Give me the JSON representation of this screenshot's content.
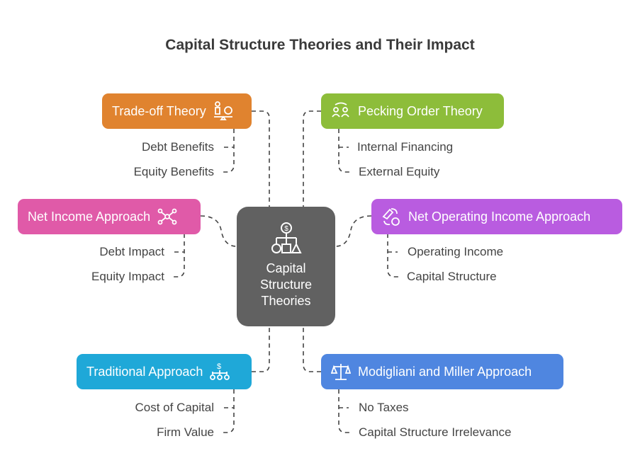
{
  "title": "Capital Structure Theories and Their Impact",
  "center": {
    "line1": "Capital",
    "line2": "Structure",
    "line3": "Theories",
    "icon": "org-chart-dollar-icon"
  },
  "nodes": [
    {
      "label": "Trade-off Theory",
      "color": "#e0832f",
      "icon": "person-balance-dollar-icon",
      "items": [
        "Debt Benefits",
        "Equity Benefits"
      ]
    },
    {
      "label": "Pecking Order Theory",
      "color": "#8dbd3a",
      "icon": "people-exchange-icon",
      "items": [
        "Internal Financing",
        "External Equity"
      ]
    },
    {
      "label": "Net Income Approach",
      "color": "#e05aa8",
      "icon": "network-nodes-icon",
      "items": [
        "Debt Impact",
        "Equity Impact"
      ]
    },
    {
      "label": "Net Operating Income Approach",
      "color": "#b95ce0",
      "icon": "handshake-dollar-cycle-icon",
      "items": [
        "Operating Income",
        "Capital Structure"
      ]
    },
    {
      "label": "Traditional Approach",
      "color": "#1fa8d8",
      "icon": "dollar-hierarchy-icon",
      "items": [
        "Cost of Capital",
        "Firm Value"
      ]
    },
    {
      "label": "Modigliani and Miller Approach",
      "color": "#4f86e0",
      "icon": "scales-icon",
      "items": [
        "No Taxes",
        "Capital Structure Irrelevance"
      ]
    }
  ]
}
